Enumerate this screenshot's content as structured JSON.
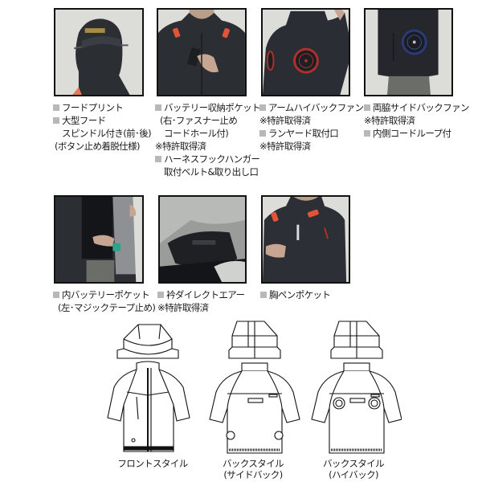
{
  "photos": [
    {
      "id": "hood-print",
      "caption": [
        {
          "type": "bullet",
          "text": "フードプリント"
        },
        {
          "type": "bullet",
          "text": "大型フード"
        },
        {
          "type": "indent",
          "text": "スピンドル付き(前･後)"
        },
        {
          "type": "indent",
          "text": "(ボタン止め着脱仕様)"
        }
      ]
    },
    {
      "id": "battery-pocket",
      "caption": [
        {
          "type": "bullet",
          "text": "バッテリー収納ポケット"
        },
        {
          "type": "indent",
          "text": "(右･ファスナー止め"
        },
        {
          "type": "indent",
          "text": "コードホール付)"
        },
        {
          "type": "note",
          "text": "※特許取得済"
        },
        {
          "type": "bullet",
          "text": "ハーネスフックハンガー"
        },
        {
          "type": "indent",
          "text": "取付ベルト&取り出し口"
        }
      ]
    },
    {
      "id": "arm-high-back-fan",
      "caption": [
        {
          "type": "bullet",
          "text": "アームハイバックファン"
        },
        {
          "type": "note",
          "text": "※特許取得済"
        },
        {
          "type": "bullet",
          "text": "ランヤード取付口"
        },
        {
          "type": "note",
          "text": "※特許取得済"
        }
      ]
    },
    {
      "id": "side-back-fan",
      "caption": [
        {
          "type": "bullet",
          "text": "両脇サイドバックファン"
        },
        {
          "type": "note",
          "text": "※特許取得済"
        },
        {
          "type": "bullet",
          "text": "内側コードループ付"
        }
      ]
    },
    {
      "id": "inner-battery-pocket",
      "caption": [
        {
          "type": "bullet",
          "text": "内バッテリーポケット"
        },
        {
          "type": "indent",
          "text": "(左･マジックテープ止め)"
        }
      ]
    },
    {
      "id": "collar-direct-air",
      "caption": [
        {
          "type": "bullet",
          "text": "衿ダイレクトエアー"
        },
        {
          "type": "note",
          "text": "※特許取得済"
        }
      ]
    },
    {
      "id": "chest-pen-pocket",
      "caption": [
        {
          "type": "bullet",
          "text": "胸ペンポケット"
        }
      ]
    }
  ],
  "drawings": [
    {
      "id": "front-style",
      "label_lines": [
        "フロントスタイル"
      ]
    },
    {
      "id": "back-style-side-back",
      "label_lines": [
        "バックスタイル",
        "(サイドバック)"
      ]
    },
    {
      "id": "back-style-high-back",
      "label_lines": [
        "バックスタイル",
        "(ハイバック)"
      ]
    }
  ],
  "colors": {
    "photo_border": "#111111",
    "photo_bg": "#d9dad7",
    "jacket_dark": "#2b2e33",
    "fan_red": "#b0302a",
    "fan_blue": "#2a3a7a",
    "accent_orange": "#e0553a",
    "bullet_gray": "#b8b8b8"
  }
}
